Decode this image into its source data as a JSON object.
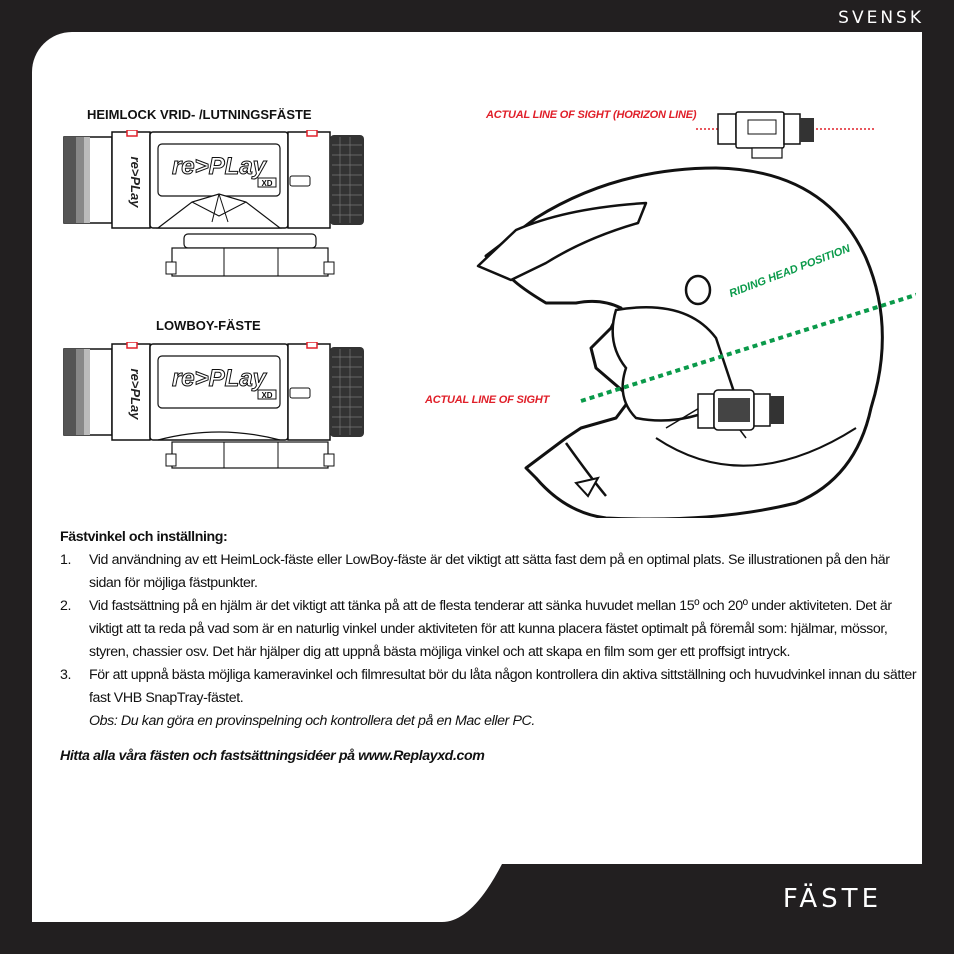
{
  "header": {
    "language": "SVENSK"
  },
  "section": {
    "title": "FÄSTE"
  },
  "figures": {
    "heimlock_label": "HEIMLOCK VRID- /LUTNINGSFÄSTE",
    "lowboy_label": "LOWBOY-FÄSTE",
    "camera_brand": "re>PLay",
    "camera_badge": "XD",
    "horizon_label": "ACTUAL LINE OF SIGHT (HORIZON LINE)",
    "riding_label": "RIDING HEAD POSITION",
    "sight_label": "ACTUAL LINE OF SIGHT"
  },
  "instructions": {
    "heading": "Fästvinkel och inställning:",
    "items": [
      {
        "num": "1.",
        "text": "Vid användning av ett HeimLock-fäste eller LowBoy-fäste är det viktigt att sätta fast dem på en optimal plats. Se illustrationen på den här sidan för möjliga fästpunkter."
      },
      {
        "num": "2.",
        "text": "Vid fastsättning på en hjälm är det viktigt att tänka på att de flesta tenderar att sänka huvudet mellan 15º och 20º under aktiviteten. Det är viktigt att ta reda på vad som är en naturlig vinkel under aktiviteten för att kunna placera fästet optimalt på föremål som: hjälmar, mössor, styren, chassier osv. Det här hjälper dig att uppnå bästa möjliga vinkel och att skapa en film som ger ett proffsigt intryck."
      },
      {
        "num": "3.",
        "text": "För att uppnå bästa möjliga kameravinkel och filmresultat bör du låta någon kontrollera din aktiva sittställning och huvudvinkel innan du sätter fast VHB SnapTray-fästet.",
        "note": "Obs: Du kan göra en provinspelning och kontrollera det på en Mac eller PC."
      }
    ],
    "footer": "Hitta alla våra fästen och fastsättningsidéer på www.Replayxd.com"
  },
  "colors": {
    "background": "#221f20",
    "page": "#ffffff",
    "red_line": "#e0202a",
    "green_line": "#0a9a4a"
  }
}
